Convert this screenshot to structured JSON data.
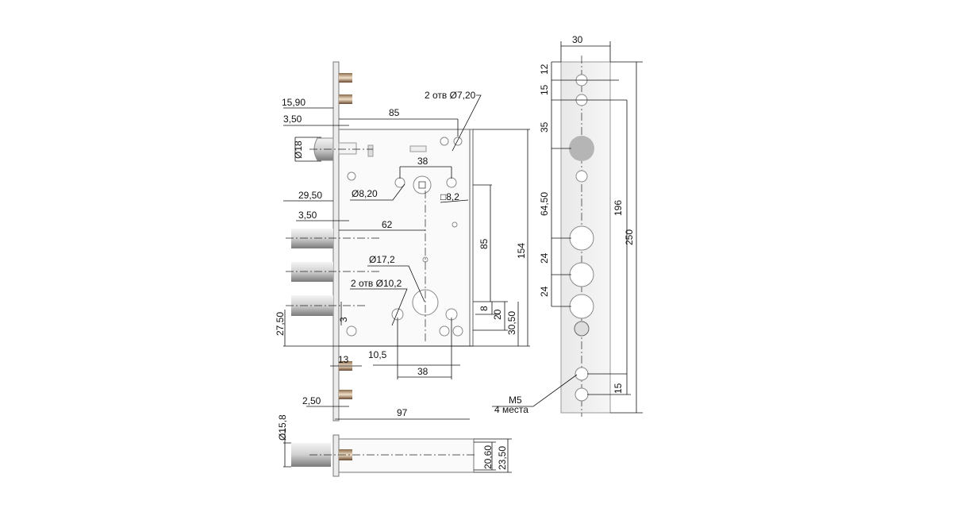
{
  "title": "Mortise lock dimensional drawing",
  "labels": {
    "side_width": "30",
    "side_12": "12",
    "side_15_top": "15",
    "side_35": "35",
    "side_64_50": "64,50",
    "side_24_a": "24",
    "side_24_b": "24",
    "side_196": "196",
    "side_250": "250",
    "side_15_bottom": "15",
    "m5": "M5",
    "m5_count": "4 места",
    "latch_15_90": "15,90",
    "latch_3_50": "3,50",
    "latch_dia_18": "Ø18",
    "top_85": "85",
    "holes_7_20": "2 отв Ø7,20",
    "spacing_38_top": "38",
    "dia_8_20": "Ø8,20",
    "square_8_2": "□8,2",
    "bolt_29_50": "29,50",
    "bolt_3_50": "3,50",
    "backset_62": "62",
    "vert_85": "85",
    "height_154": "154",
    "dia_17_2": "Ø17,2",
    "holes_10_2": "2 отв Ø10,2",
    "offset_3": "3",
    "bolt_27_50": "27,50",
    "right_8": "8",
    "right_20": "20",
    "right_30_50": "30,50",
    "pin_13": "13",
    "dim_10_5": "10,5",
    "spacing_38_bottom": "38",
    "plate_2_50": "2,50",
    "width_97": "97",
    "dia_15_8": "Ø15,8",
    "depth_20_60": "20,60",
    "depth_23_50": "23,50"
  }
}
